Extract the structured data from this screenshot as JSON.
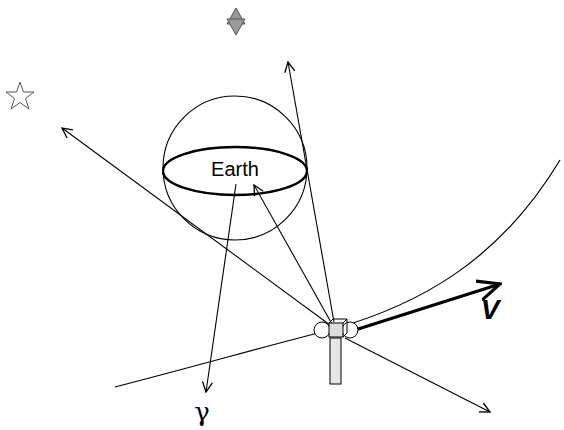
{
  "diagram": {
    "nodes": [
      {
        "text": [
          "Earth"
        ]
      }
    ],
    "labels": [
      "V",
      "γ"
    ]
  }
}
